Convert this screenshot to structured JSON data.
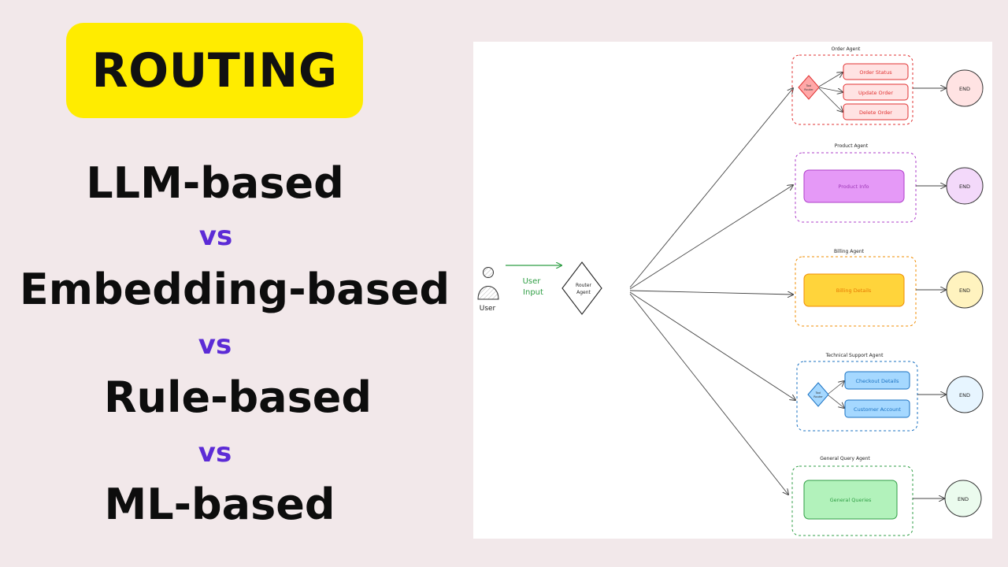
{
  "header": {
    "title": "ROUTING"
  },
  "comparison": {
    "items": [
      "LLM-based",
      "Embedding-based",
      "Rule-based",
      "ML-based"
    ],
    "separator": "vs"
  },
  "diagram": {
    "user": {
      "label": "User"
    },
    "input_label": [
      "User",
      "Input"
    ],
    "router": {
      "label": [
        "Router",
        "Agent"
      ]
    },
    "tool_router_label": [
      "Tool",
      "Router"
    ],
    "end_label": "END",
    "agents": [
      {
        "title": "Order Agent",
        "color": "#e03131",
        "fill": "#ffe3e3",
        "tools": [
          "Order Status",
          "Update Order",
          "Delete Order"
        ]
      },
      {
        "title": "Product Agent",
        "color": "#ae3ec9",
        "fill": "#e599f7",
        "tools": [
          "Product Info"
        ]
      },
      {
        "title": "Billing Agent",
        "color": "#f08c00",
        "fill": "#ffd43b",
        "tools": [
          "Billing Details"
        ]
      },
      {
        "title": "Technical Support Agent",
        "color": "#1971c2",
        "fill": "#a5d8ff",
        "tools": [
          "Checkout Details",
          "Customer Account"
        ]
      },
      {
        "title": "General Query Agent",
        "color": "#2f9e44",
        "fill": "#b2f2bb",
        "tools": [
          "General Queries"
        ]
      }
    ]
  }
}
